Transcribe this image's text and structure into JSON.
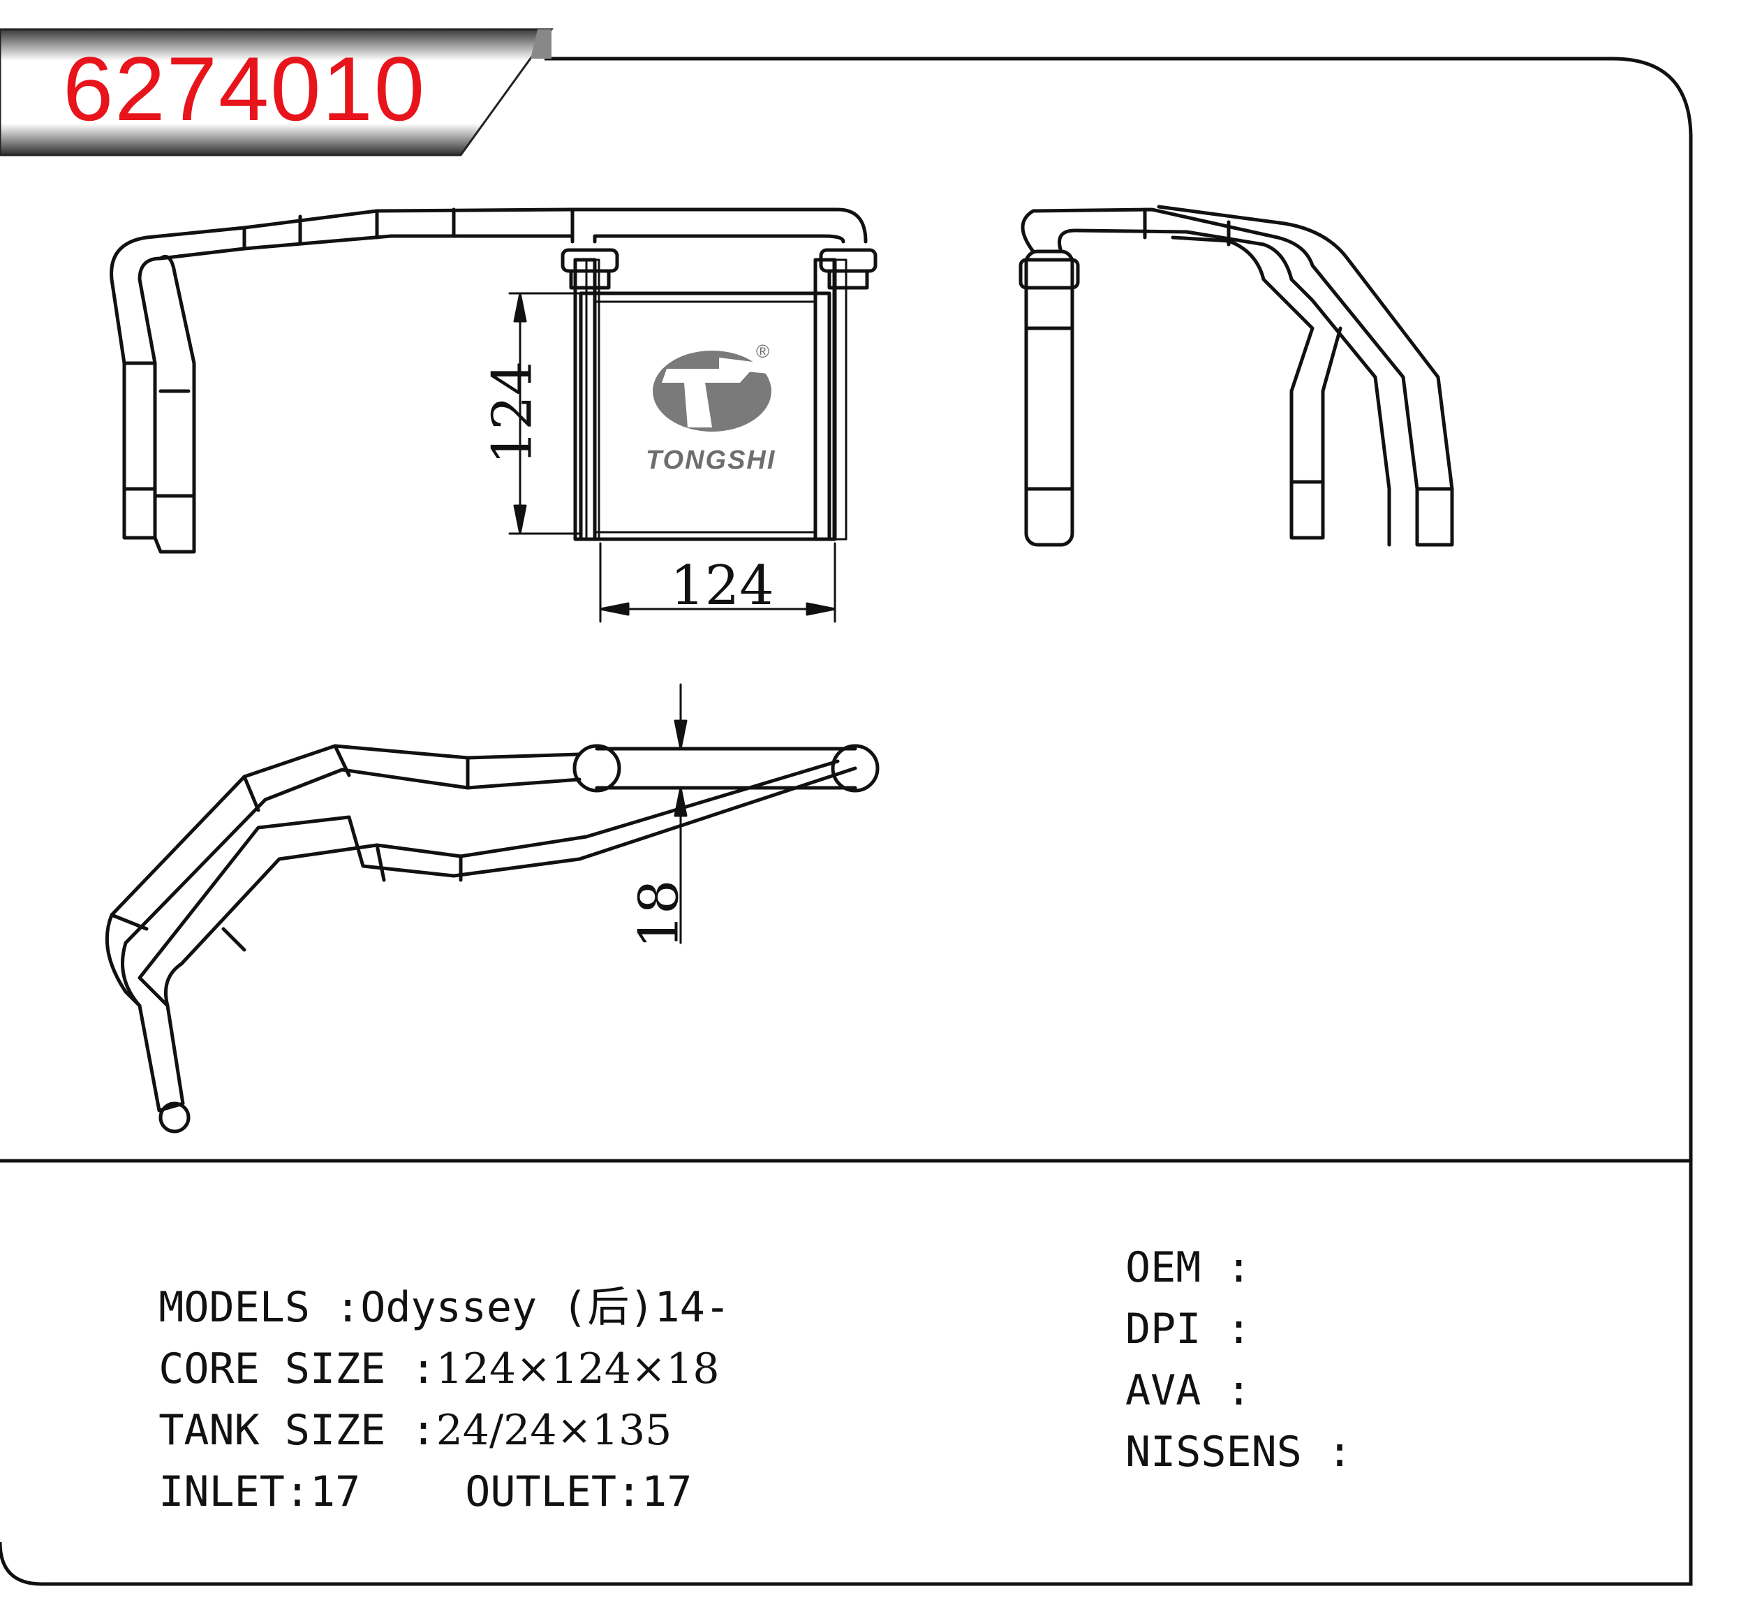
{
  "header": {
    "part_number": "6274010"
  },
  "dimensions": {
    "height": "124",
    "width": "124",
    "thickness": "18"
  },
  "brand": {
    "name": "TONGSHI",
    "registered": "®"
  },
  "specs": {
    "models_label": "MODELS :",
    "models_value": "Odyssey (后)14-",
    "core_label": "CORE SIZE :",
    "core_value": "124×124×18",
    "tank_label": "TANK SIZE :",
    "tank_value": "24/24×135",
    "inlet_label": "INLET:",
    "inlet_value": "17",
    "outlet_label": "OUTLET:",
    "outlet_value": "17"
  },
  "references": {
    "oem_label": "OEM :",
    "dpi_label": "DPI :",
    "ava_label": "AVA :",
    "nissens_label": "NISSENS :"
  },
  "colors": {
    "accent": "#e8141c",
    "line": "#111111",
    "logo": "#7a7a7a"
  }
}
